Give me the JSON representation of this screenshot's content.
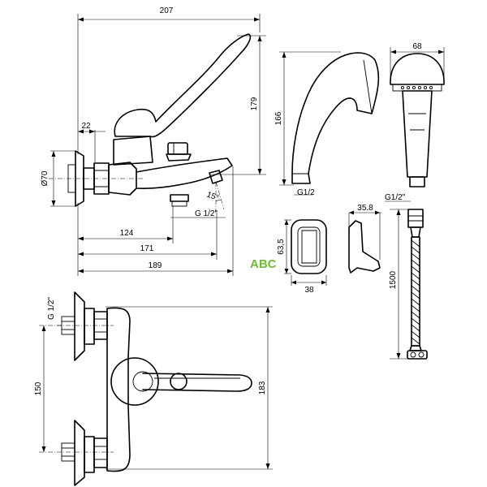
{
  "dimensions": {
    "overall_width": "207",
    "spout_offset": "22",
    "body_diameter": "Ø70",
    "thread_outlet": "G 1/2\"",
    "outlet_angle": "15°",
    "height": "179",
    "len_124": "124",
    "len_171": "171",
    "len_189": "189",
    "handshower_height": "166",
    "handshower_thread": "G1/2",
    "head_diameter": "68",
    "hose_thread": "G1/2\"",
    "hose_length": "1500",
    "holder_height": "63,5",
    "holder_width": "38",
    "bracket_depth": "35.8",
    "inlet_thread": "G 1/2\"",
    "inlet_spacing": "150",
    "total_height": "183"
  },
  "watermark": {
    "prefix": "ABC",
    "color_main": "#6cbf2a",
    "color_faint": "#dddddd"
  }
}
